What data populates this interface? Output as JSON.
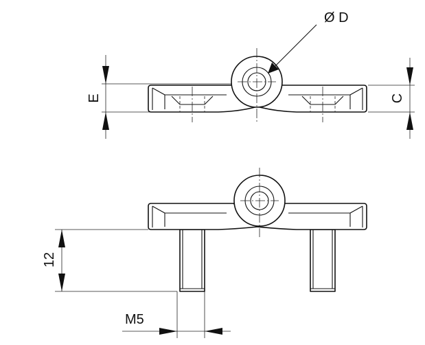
{
  "labels": {
    "diameter": "Ø D",
    "height_e": "E",
    "height_c": "C",
    "thread_length": "12",
    "thread_size": "M5"
  },
  "colors": {
    "line": "#111111",
    "background": "#ffffff"
  }
}
